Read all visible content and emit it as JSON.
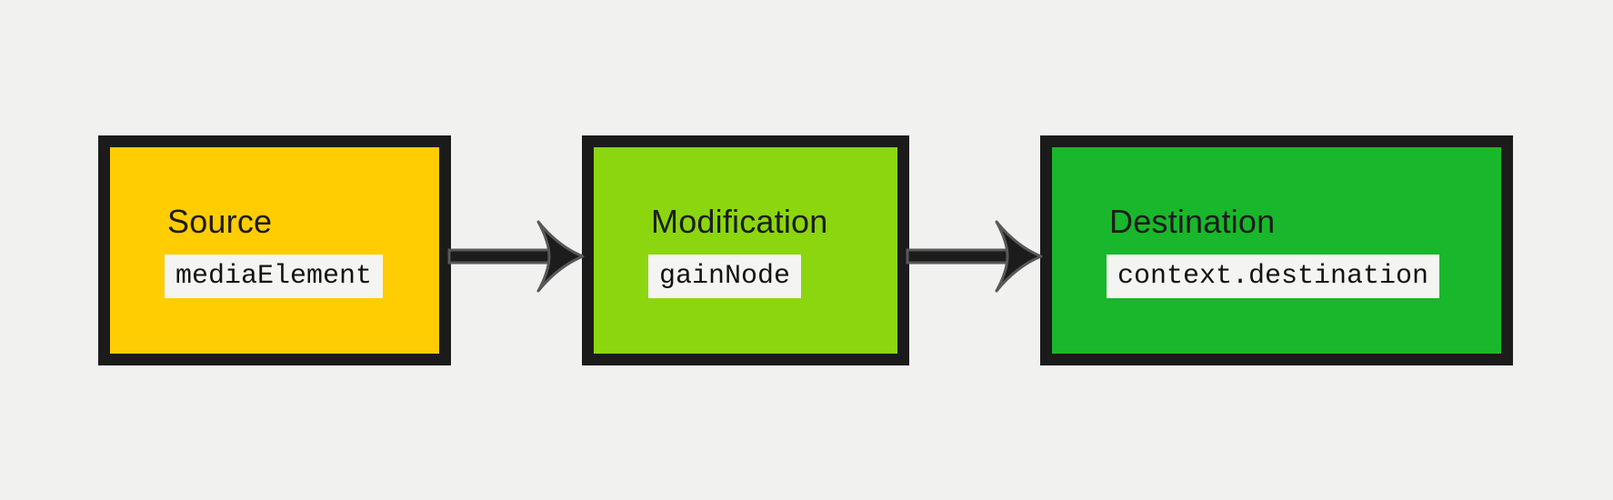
{
  "page": {
    "background_color": "#f1f1f0"
  },
  "diagram": {
    "description": "Audio routing graph: source connects to modification which connects to destination",
    "border_color": "#1b1b1b",
    "code_chip_background": "#f4f4f2",
    "arrow": {
      "fill_color": "#1c1c1c",
      "outline_color": "#585858"
    },
    "nodes": [
      {
        "id": "source",
        "title": "Source",
        "code": "mediaElement",
        "fill_color": "#ffcd02"
      },
      {
        "id": "modification",
        "title": "Modification",
        "code": "gainNode",
        "fill_color": "#8bd60f"
      },
      {
        "id": "destination",
        "title": "Destination",
        "code": "context.destination",
        "fill_color": "#19b72b"
      }
    ]
  }
}
